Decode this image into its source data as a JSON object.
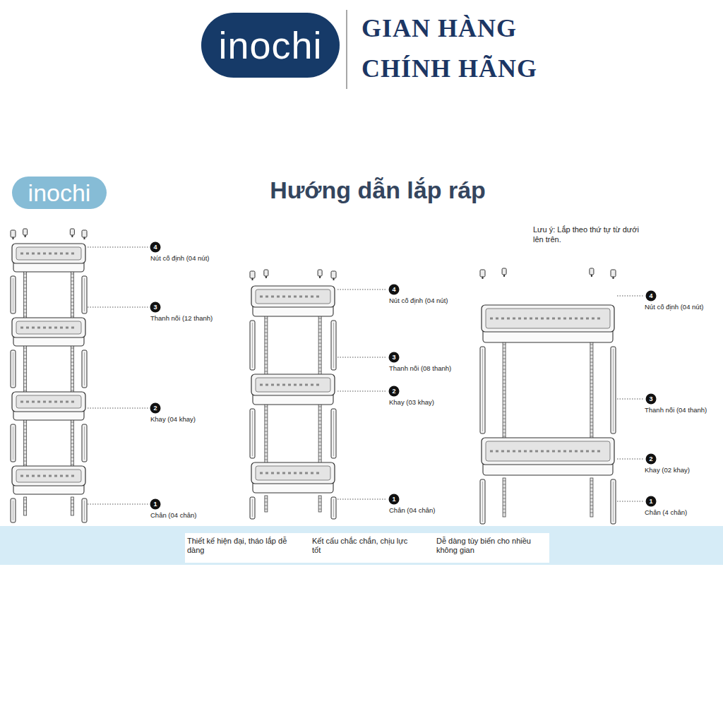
{
  "diagram": {
    "title": "Hướng dẫn lắp ráp",
    "nodes": [
      {
        "text": [
          "inochi"
        ]
      },
      {
        "text": [
          "inochi"
        ]
      },
      {
        "text": [
          "4"
        ]
      },
      {
        "text": [
          "3"
        ]
      },
      {
        "text": [
          "2"
        ]
      },
      {
        "text": [
          "1"
        ]
      },
      {
        "text": [
          "4"
        ]
      },
      {
        "text": [
          "3"
        ]
      },
      {
        "text": [
          "2"
        ]
      },
      {
        "text": [
          "1"
        ]
      },
      {
        "text": [
          "4"
        ]
      },
      {
        "text": [
          "3"
        ]
      },
      {
        "text": [
          "2"
        ]
      },
      {
        "text": [
          "1"
        ]
      },
      {
        "text": [
          "Thiết kế hiện đại, tháo lắp dễ dàng",
          "Kết cấu chắc chắn, chịu lực tốt",
          "Dễ dàng tùy biến cho nhiều không gian"
        ]
      }
    ],
    "labels": [
      "GIAN HÀNG CHÍNH HÃNG",
      "Lưu ý: Lắp theo thứ tự từ dưới lên trên.",
      "Nút cố định (04 nút)",
      "Thanh nối (12 thanh)",
      "Khay (04 khay)",
      "Chân (04 chân)",
      "Nút cố định (04 nút)",
      "Thanh nối (08 thanh)",
      "Khay (03 khay)",
      "Chân (04 chân)",
      "Nút cố định (04 nút)",
      "Thanh nối (04 thanh)",
      "Khay (02 khay)",
      "Chân (4 chân)"
    ]
  }
}
